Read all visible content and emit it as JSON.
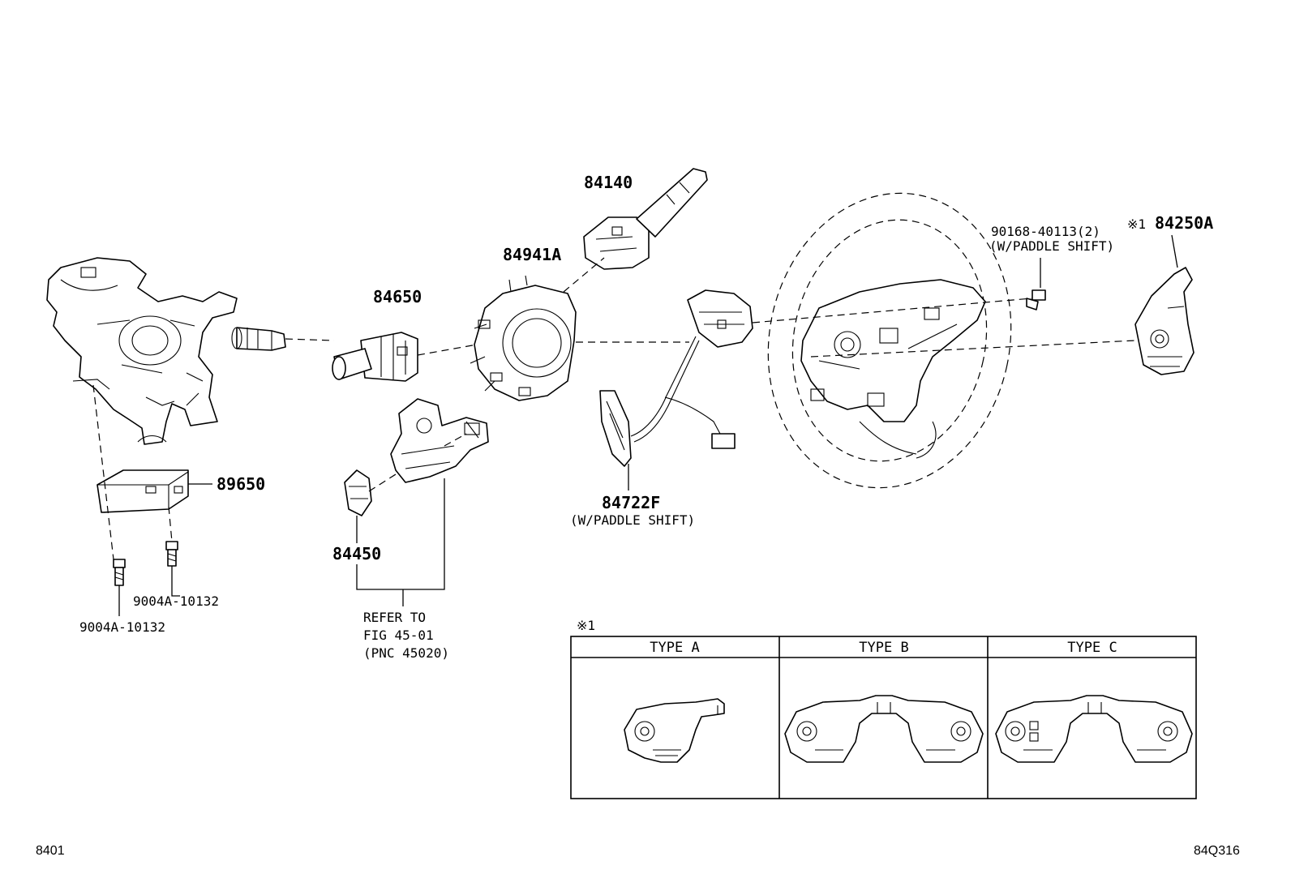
{
  "parts": {
    "p84140": "84140",
    "p84941A": "84941A",
    "p84650": "84650",
    "p89650": "89650",
    "p84450": "84450",
    "p84722F": "84722F",
    "p84722F_note": "(W/PADDLE SHIFT)",
    "p90168": "90168-40113(2)",
    "p90168_note": "(W/PADDLE SHIFT)",
    "p84250A_mark": "※1",
    "p84250A": "84250A",
    "bolt_a": "9004A-10132",
    "bolt_b": "9004A-10132"
  },
  "refer": {
    "line1": "REFER TO",
    "line2": "FIG 45-01",
    "line3": "(PNC 45020)"
  },
  "types_table": {
    "mark": "※1",
    "headers": [
      "TYPE A",
      "TYPE B",
      "TYPE C"
    ]
  },
  "footer": {
    "left_code": "8401",
    "right_code": "84Q316"
  }
}
